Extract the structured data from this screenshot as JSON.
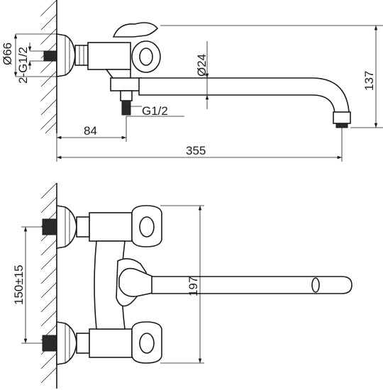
{
  "dimensions": {
    "flange_diameter": "Ø66",
    "inlet_thread": "2-G1/2",
    "spout_diameter": "Ø24",
    "height": "137",
    "outlet_thread": "G1/2",
    "wall_offset": "84",
    "spout_length": "355",
    "inlet_spacing": "150±15",
    "overall_width": "197"
  },
  "colors": {
    "line": "#1a1a1a",
    "background": "#ffffff"
  }
}
